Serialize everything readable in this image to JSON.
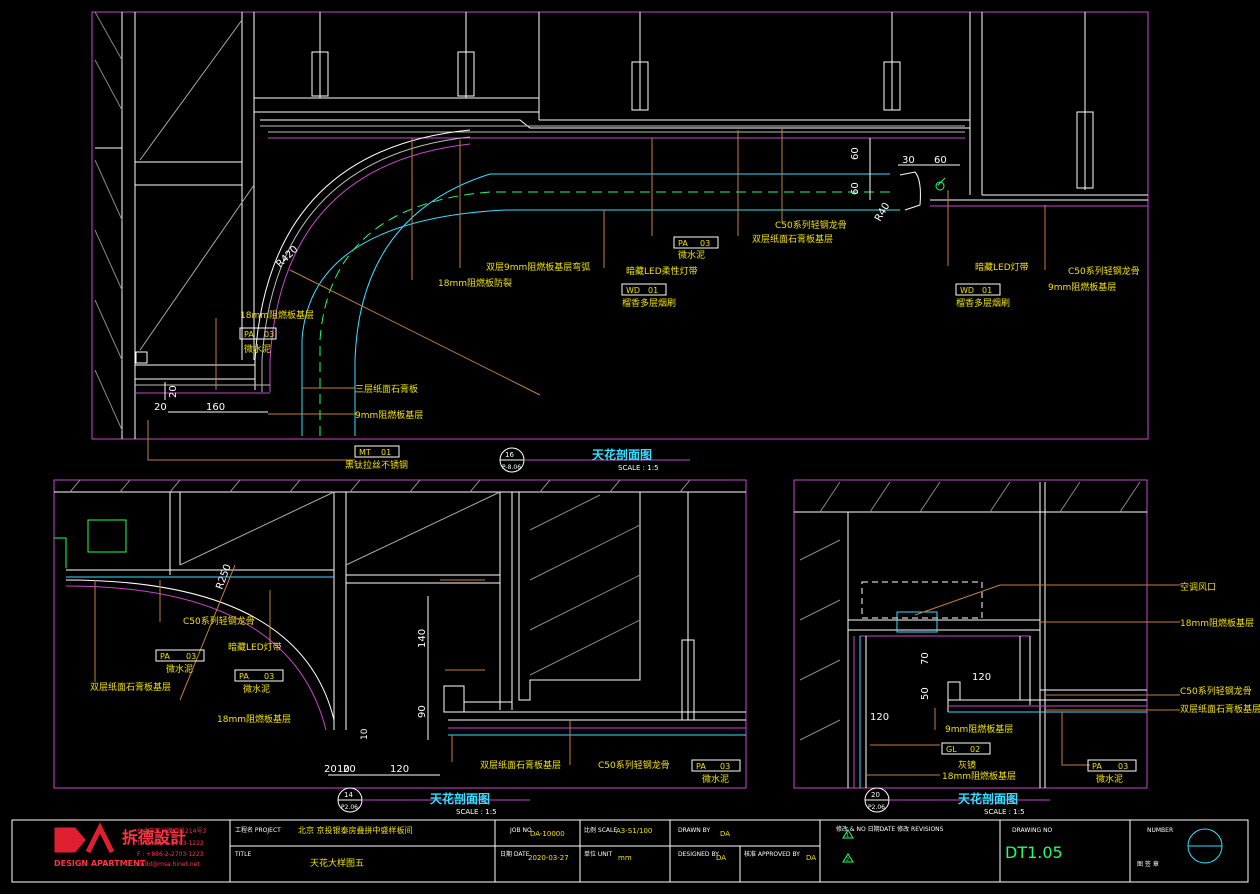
{
  "colors": {
    "magenta": "#c846c8",
    "cyan": "#33e0ff",
    "yellow": "#f0e000",
    "white": "#ffffff",
    "green": "#22ff66",
    "brown": "#c08040",
    "red": "#e02030"
  },
  "top": {
    "callouts": [
      "18mm阻燃板基层",
      "18mm阻燃板防裂",
      "双层9mm阻燃板基层弯弧",
      "暗藏LED柔性灯带",
      "微水泥",
      "双层纸面石膏板基层",
      "C50系列轻钢龙骨",
      "暗藏LED灯带",
      "C50系列轻钢龙骨",
      "9mm阻燃板基层",
      "三层纸面石膏板",
      "9mm阻燃板基层",
      "黑钛拉丝不锈钢",
      "微水泥",
      "榴香多层烟刷",
      "榴香多层烟刷"
    ],
    "tags": [
      {
        "code": "PA",
        "num": "03"
      },
      {
        "code": "PA",
        "num": "03"
      },
      {
        "code": "WD",
        "num": "01"
      },
      {
        "code": "WD",
        "num": "01"
      },
      {
        "code": "MT",
        "num": "01"
      }
    ],
    "dims": [
      "60",
      "60",
      "30",
      "60",
      "R40",
      "R420",
      "20",
      "160",
      "20"
    ],
    "title": "天花剖面图",
    "scale": "SCALE : 1:5",
    "ref_num": "16",
    "ref_sheet": "P-8.06"
  },
  "left": {
    "callouts": [
      "C50系列轻钢龙骨",
      "微水泥",
      "双层纸面石膏板基层",
      "暗藏LED灯带",
      "微水泥",
      "18mm阻燃板基层",
      "双层纸面石膏板基层",
      "C50系列轻钢龙骨",
      "微水泥"
    ],
    "tags": [
      {
        "code": "PA",
        "num": "03"
      },
      {
        "code": "PA",
        "num": "03"
      },
      {
        "code": "PA",
        "num": "03"
      }
    ],
    "dims": [
      "R250",
      "140",
      "90",
      "10",
      "20",
      "10",
      "20",
      "120"
    ],
    "title": "天花剖面图",
    "scale": "SCALE : 1:5",
    "ref_num": "14",
    "ref_sheet": "P2.06"
  },
  "right": {
    "callouts": [
      "空调风口",
      "18mm阻燃板基层",
      "C50系列轻钢龙骨",
      "双层纸面石膏板基层",
      "9mm阻燃板基层",
      "灰镜",
      "18mm阻燃板基层",
      "微水泥"
    ],
    "tags": [
      {
        "code": "GL",
        "num": "02"
      },
      {
        "code": "PA",
        "num": "03"
      }
    ],
    "dims": [
      "70",
      "120",
      "50",
      "120"
    ],
    "title": "天花剖面图",
    "scale": "SCALE : 1:5",
    "ref_num": "20",
    "ref_sheet": "P2.06"
  },
  "titleblock": {
    "logo_cn": "拆德設計",
    "logo_en": "DESIGN APARTMENT",
    "company_lines": [
      "台北市信义路四段214号3",
      "T : +886-2-2703-1222",
      "F : +886-2-2703-1223",
      "dadd@msa.hinet.net"
    ],
    "project_label": "工程名  PROJECT",
    "project_value": "北京 京投银泰房叠拼中盛样板间",
    "title_label": "TITLE",
    "title_value": "天花大样图五",
    "job_label": "JOB NO",
    "job_value": "DA-10000",
    "date_label": "日期 DATE",
    "date_value": "2020-03-27",
    "scale_label": "比例 SCALE",
    "scale_value": "A3-S1/100",
    "unit_label": "单位 UNIT",
    "unit_value": "mm",
    "drawn_label": "DRAWN BY",
    "drawn_value": "DA",
    "designed_label": "DESIGNED BY",
    "designed_value": "DA",
    "approved_label": "核准 APPROVED BY",
    "approved_value": "DA",
    "revisions_label": "修改 & NO  日期DATE  修改 REVISIONS",
    "rev1": "1",
    "rev2": "2",
    "drawing_no_label": "DRAWING NO",
    "drawing_no": "DT1.05",
    "number_label": "NUMBER",
    "stamp": "图 签 章"
  }
}
